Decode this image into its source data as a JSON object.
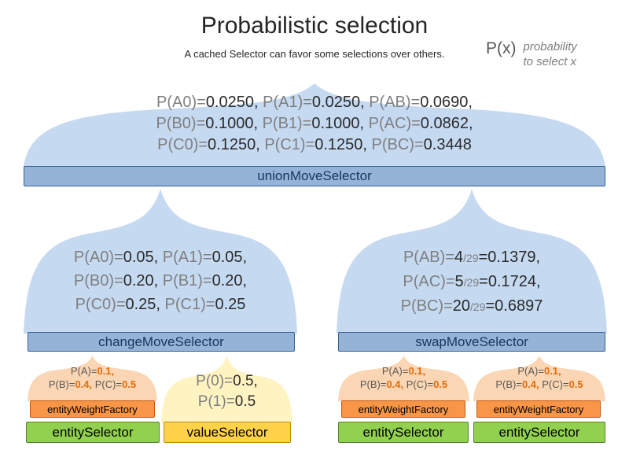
{
  "page": {
    "title": "Probabilistic selection",
    "subtitle": "A cached Selector can favor some selections over others."
  },
  "legend": {
    "symbol": "P(x)",
    "desc_line1": "probability",
    "desc_line2": "to select x"
  },
  "union_selector": {
    "prob_lines": [
      "P(A0)=0.0250, P(A1)=0.0250, P(AB)=0.0690,",
      "P(B0)=0.1000, P(B1)=0.1000, P(AC)=0.0862,",
      "P(C0)=0.1250, P(C1)=0.1250, P(BC)=0.3448"
    ],
    "label": "unionMoveSelector"
  },
  "change_selector": {
    "prob_lines": [
      "P(A0)=0.05, P(A1)=0.05,",
      "P(B0)=0.20, P(B1)=0.20,",
      "P(C0)=0.25, P(C1)=0.25"
    ],
    "label": "changeMoveSelector"
  },
  "swap_selector": {
    "prob_lines": [
      "P(AB)=4/29=0.1379,",
      "P(AC)=5/29=0.1724,",
      "P(BC)=20/29=0.6897"
    ],
    "label": "swapMoveSelector"
  },
  "entity_weight_left": {
    "prob_lines": [
      "P(A)=0.1,",
      "P(B)=0.4, P(C)=0.5"
    ],
    "label": "entityWeightFactory"
  },
  "entity_selector_left": {
    "label": "entitySelector"
  },
  "value_selector": {
    "prob_lines": [
      "P(0)=0.5,",
      "P(1)=0.5"
    ],
    "label": "valueSelector"
  },
  "entity_weight_right1": {
    "prob_lines": [
      "P(A)=0.1,",
      "P(B)=0.4, P(C)=0.5"
    ],
    "label": "entityWeightFactory"
  },
  "entity_selector_right1": {
    "label": "entitySelector"
  },
  "entity_weight_right2": {
    "prob_lines": [
      "P(A)=0.1,",
      "P(B)=0.4, P(C)=0.5"
    ],
    "label": "entityWeightFactory"
  },
  "entity_selector_right2": {
    "label": "entitySelector"
  },
  "colors": {
    "dome_blue": "#c5d9f1",
    "dome_orange": "#fbd6b4",
    "dome_yellow": "#fff3c2",
    "bar_blue": "#95b3d7",
    "bar_orange": "#f79646",
    "bar_green": "#92d050",
    "bar_yellow": "#ffd24a",
    "highlight_orange": "#e36c0a"
  }
}
